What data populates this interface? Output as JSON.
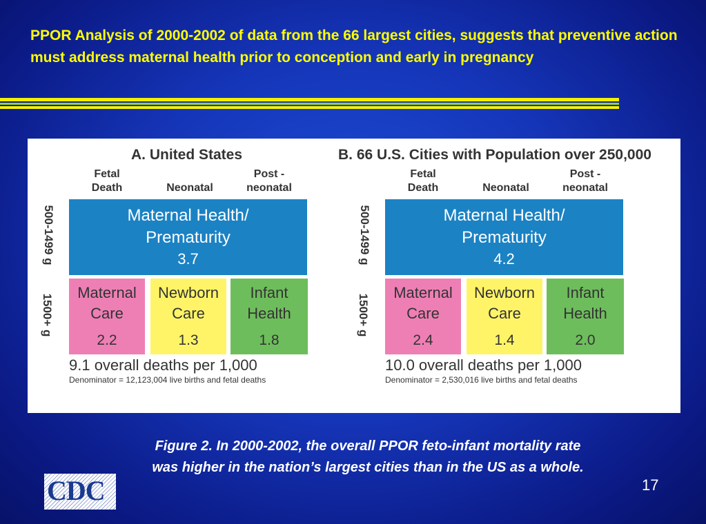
{
  "slide": {
    "title": "PPOR Analysis of 2000-2002 of data from the 66 largest cities, suggests that preventive action must address maternal health prior to conception and early in pregnancy",
    "caption_line1": "Figure 2. In 2000-2002, the overall PPOR feto-infant mortality rate",
    "caption_line2": "was higher in the nation’s largest cities than in the US as a whole.",
    "page_number": "17",
    "logo_text": "CDC",
    "colors": {
      "background": "#1535b8",
      "title": "#ffff00",
      "maternal_health": "#1b82c4",
      "maternal_care": "#ee7fb5",
      "newborn_care": "#fff467",
      "infant_health": "#6ebd5c"
    }
  },
  "panels": [
    {
      "title": "A. United States",
      "col_fetal_1": "Fetal",
      "col_fetal_2": "Death",
      "col_neonatal": "Neonatal",
      "col_post_1": "Post -",
      "col_post_2": "neonatal",
      "row_top": "500-1499 g",
      "row_bottom": "1500+ g",
      "mh_line1": "Maternal Health/",
      "mh_line2": "Prematurity",
      "mh_value": "3.7",
      "mc_line1": "Maternal",
      "mc_line2": "Care",
      "mc_value": "2.2",
      "nc_line1": "Newborn",
      "nc_line2": "Care",
      "nc_value": "1.3",
      "ih_line1": "Infant",
      "ih_line2": "Health",
      "ih_value": "1.8",
      "overall": "9.1 overall deaths per 1,000",
      "denominator": "Denominator = 12,123,004 live births and fetal deaths"
    },
    {
      "title": "B. 66 U.S. Cities with Population over 250,000",
      "col_fetal_1": "Fetal",
      "col_fetal_2": "Death",
      "col_neonatal": "Neonatal",
      "col_post_1": "Post -",
      "col_post_2": "neonatal",
      "row_top": "500-1499 g",
      "row_bottom": "1500+ g",
      "mh_line1": "Maternal Health/",
      "mh_line2": "Prematurity",
      "mh_value": "4.2",
      "mc_line1": "Maternal",
      "mc_line2": "Care",
      "mc_value": "2.4",
      "nc_line1": "Newborn",
      "nc_line2": "Care",
      "nc_value": "1.4",
      "ih_line1": "Infant",
      "ih_line2": "Health",
      "ih_value": "2.0",
      "overall": "10.0 overall deaths per 1,000",
      "denominator": "Denominator = 2,530,016 live births and fetal deaths"
    }
  ]
}
